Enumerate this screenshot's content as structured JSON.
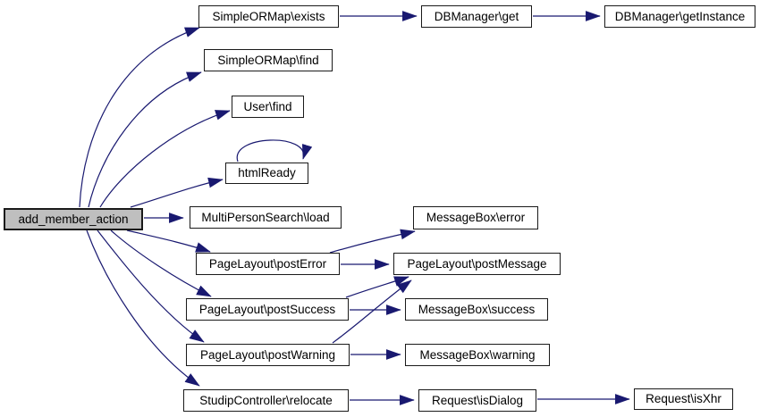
{
  "diagram": {
    "type": "call-graph",
    "colors": {
      "edge": "#191970",
      "node_border": "#1a1a1a",
      "node_fill": "#ffffff",
      "highlight_fill": "#bfbfbf",
      "background": "#ffffff"
    },
    "nodes": [
      {
        "id": "add_member_action",
        "label": "add_member_action",
        "highlighted": true
      },
      {
        "id": "simpleormap_exists",
        "label": "SimpleORMap\\exists",
        "highlighted": false
      },
      {
        "id": "dbmanager_get",
        "label": "DBManager\\get",
        "highlighted": false
      },
      {
        "id": "dbmanager_getinstance",
        "label": "DBManager\\getInstance",
        "highlighted": false
      },
      {
        "id": "simpleormap_find",
        "label": "SimpleORMap\\find",
        "highlighted": false
      },
      {
        "id": "user_find",
        "label": "User\\find",
        "highlighted": false
      },
      {
        "id": "htmlready",
        "label": "htmlReady",
        "highlighted": false
      },
      {
        "id": "multipersonsearch_load",
        "label": "MultiPersonSearch\\load",
        "highlighted": false
      },
      {
        "id": "pagelayout_posterror",
        "label": "PageLayout\\postError",
        "highlighted": false
      },
      {
        "id": "messagebox_error",
        "label": "MessageBox\\error",
        "highlighted": false
      },
      {
        "id": "pagelayout_postmessage",
        "label": "PageLayout\\postMessage",
        "highlighted": false
      },
      {
        "id": "pagelayout_postsuccess",
        "label": "PageLayout\\postSuccess",
        "highlighted": false
      },
      {
        "id": "messagebox_success",
        "label": "MessageBox\\success",
        "highlighted": false
      },
      {
        "id": "pagelayout_postwarning",
        "label": "PageLayout\\postWarning",
        "highlighted": false
      },
      {
        "id": "messagebox_warning",
        "label": "MessageBox\\warning",
        "highlighted": false
      },
      {
        "id": "studipcontroller_relocate",
        "label": "StudipController\\relocate",
        "highlighted": false
      },
      {
        "id": "request_isdialog",
        "label": "Request\\isDialog",
        "highlighted": false
      },
      {
        "id": "request_isxhr",
        "label": "Request\\isXhr",
        "highlighted": false
      }
    ],
    "edges": [
      {
        "from": "add_member_action",
        "to": "simpleormap_exists"
      },
      {
        "from": "add_member_action",
        "to": "simpleormap_find"
      },
      {
        "from": "add_member_action",
        "to": "user_find"
      },
      {
        "from": "add_member_action",
        "to": "htmlready"
      },
      {
        "from": "add_member_action",
        "to": "multipersonsearch_load"
      },
      {
        "from": "add_member_action",
        "to": "pagelayout_posterror"
      },
      {
        "from": "add_member_action",
        "to": "pagelayout_postsuccess"
      },
      {
        "from": "add_member_action",
        "to": "pagelayout_postwarning"
      },
      {
        "from": "add_member_action",
        "to": "studipcontroller_relocate"
      },
      {
        "from": "htmlready",
        "to": "htmlready"
      },
      {
        "from": "simpleormap_exists",
        "to": "dbmanager_get"
      },
      {
        "from": "dbmanager_get",
        "to": "dbmanager_getinstance"
      },
      {
        "from": "pagelayout_posterror",
        "to": "messagebox_error"
      },
      {
        "from": "pagelayout_posterror",
        "to": "pagelayout_postmessage"
      },
      {
        "from": "pagelayout_postsuccess",
        "to": "pagelayout_postmessage"
      },
      {
        "from": "pagelayout_postsuccess",
        "to": "messagebox_success"
      },
      {
        "from": "pagelayout_postwarning",
        "to": "pagelayout_postmessage"
      },
      {
        "from": "pagelayout_postwarning",
        "to": "messagebox_warning"
      },
      {
        "from": "studipcontroller_relocate",
        "to": "request_isdialog"
      },
      {
        "from": "request_isdialog",
        "to": "request_isxhr"
      }
    ]
  }
}
